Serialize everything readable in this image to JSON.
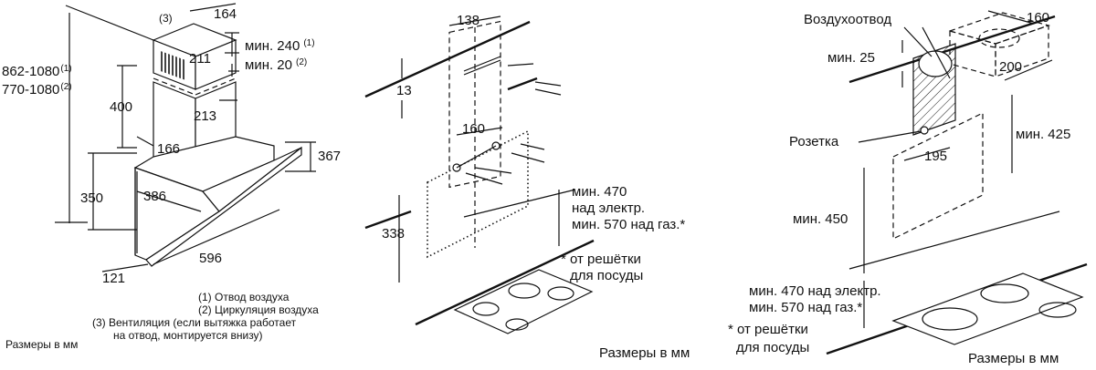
{
  "panel1": {
    "dims": {
      "width_top": "164",
      "note3_marker": "(3)",
      "chimney_211": "211",
      "min240": "мин. 240",
      "min240_sup": "(1)",
      "min20": "мин. 20",
      "min20_sup": "(2)",
      "h400": "400",
      "d213": "213",
      "d166": "166",
      "total1": "862-1080",
      "total1_sup": "(1)",
      "total2": "770-1080",
      "total2_sup": "(2)",
      "h367": "367",
      "h350": "350",
      "d386": "386",
      "w596": "596",
      "d121": "121"
    },
    "legend": [
      "(1) Отвод воздуха",
      "(2) Циркуляция воздуха",
      "(3) Вентиляция (если вытяжка работает",
      "на отвод, монтируется внизу)"
    ],
    "units": "Размеры в мм"
  },
  "panel2": {
    "dims": {
      "w138": "138",
      "h13": "13",
      "w160": "160",
      "h338": "338"
    },
    "note_lines": [
      "мин. 470",
      "над электр.",
      "мин. 570 над газ.*"
    ],
    "footnote": [
      "* от решётки",
      "для посуды"
    ],
    "units": "Размеры в мм"
  },
  "panel3": {
    "labels": {
      "duct": "Воздухоотвод",
      "socket": "Розетка"
    },
    "dims": {
      "w160": "160",
      "min25": "мин. 25",
      "w200": "200",
      "min425": "мин. 425",
      "w195": "195",
      "min450": "мин. 450"
    },
    "note_lines": [
      "мин. 470 над электр.",
      "мин. 570 над газ.*"
    ],
    "footnote": [
      "* от решётки",
      "для посуды"
    ],
    "units": "Размеры в мм"
  }
}
